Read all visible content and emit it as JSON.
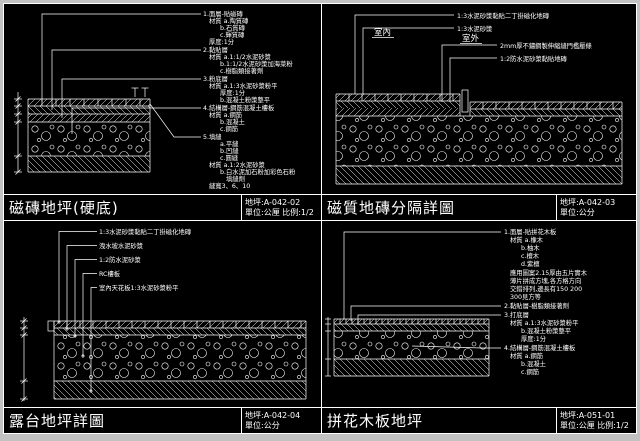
{
  "panels": {
    "tile_hard": {
      "title": "磁磚地坪(硬底)",
      "code": "地坪:A-042-02",
      "unit": "單位:公厘 比例:1/2",
      "notes": [
        "1.面層-貼磁磚",
        "材質 a.陶質磚",
        "b.石質磚",
        "c.輝質磚",
        "厚度:1分",
        "2.黏貼層",
        "材質 a.1:1/2水泥砂漿",
        "b.1:1/2水泥砂漿加海菜粉",
        "c.樹脂類接著劑",
        "3.粉底層",
        "材質 a.1:3水泥砂漿粉平",
        "厚度:1分",
        "b.混凝土粉漿整平",
        "4.結構層-鋼筋混凝土樓板",
        "材質 a.鋼筋",
        "b.混凝土",
        "c.鋼筋",
        "5.填縫",
        "a.平縫",
        "b.凹縫",
        "c.圓縫",
        "材質 a.1:2水泥砂漿",
        "b.白水泥加石粉加彩色石粉",
        "填縫劑",
        "縫寬3、6、10"
      ]
    },
    "tile_divider": {
      "title": "磁質地磚分隔詳圖",
      "code": "地坪:A-042-03",
      "unit": "單位:公分",
      "labels": {
        "indoor": "室內",
        "outdoor": "室外"
      },
      "notes": [
        "1:3水泥砂漿黏貼二丁掛磁化地磚",
        "1:3水泥砂漿",
        "2mm厚不鏽鋼製伸縮縫門檻壓條",
        "1:2防水泥砂漿黏貼地磚"
      ]
    },
    "terrace": {
      "title": "露台地坪詳圖",
      "code": "地坪:A-042-04",
      "unit": "單位:公分",
      "notes": [
        "1:3水泥砂漿黏貼二丁掛磁化地磚",
        "洩水坡水泥砂漿",
        "1:2防水泥砂漿",
        "RC樓板",
        "室內天花板1:3水泥砂漿粉平"
      ]
    },
    "parquet": {
      "title": "拼花木板地坪",
      "code": "地坪:A-051-01",
      "unit": "單位:公厘 比例:1/2",
      "notes": [
        "1.面層-貼拼花木板",
        "材質 a.橡木",
        "b.柚木",
        "c.檀木",
        "d.紫檀",
        "應用圖案2.15厚由五片實木",
        "薄片拼成方塊,各方格方向",
        "交錯排列,邊長有150 200",
        "300見方等",
        "2.黏貼層-樹脂類接著劑",
        "3.打底層",
        "材質 a.1:3水泥砂漿粉平",
        "b.混凝土粉漿整平",
        "厚度:1分",
        "4.結構層-鋼筋混凝土樓板",
        "材質 a.鋼筋",
        "b.混凝土",
        "c.鋼筋"
      ]
    }
  }
}
